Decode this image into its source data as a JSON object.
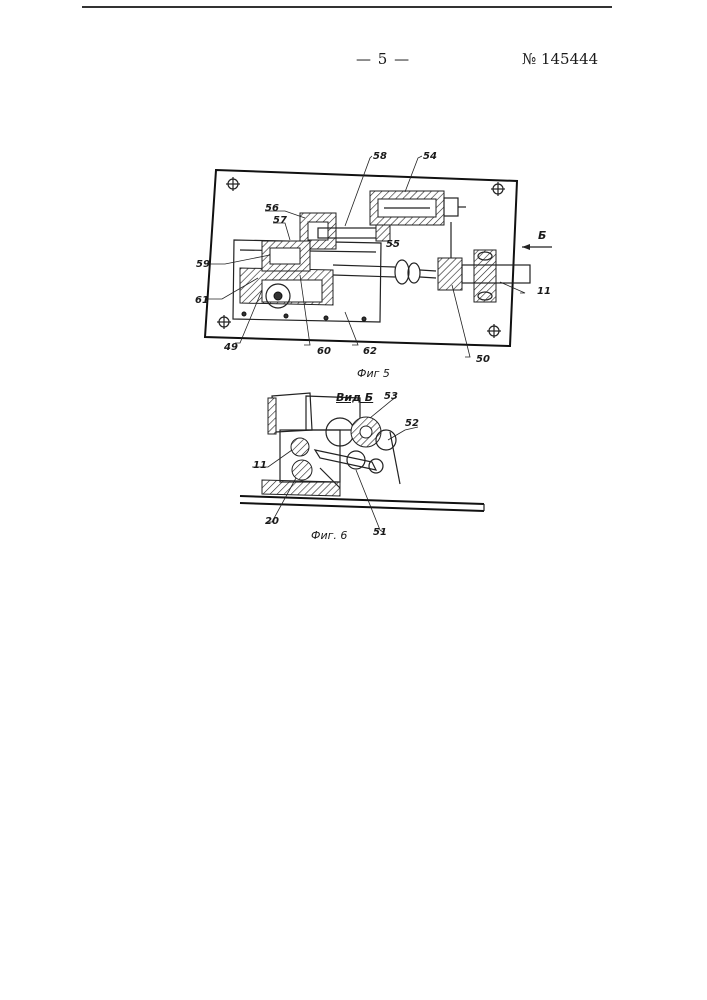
{
  "header": {
    "page_number": "— 5 —",
    "patent_number": "№ 145444"
  },
  "figure5": {
    "caption": "Фиг 5",
    "labels": {
      "l58": "58",
      "l54": "54",
      "l56": "56",
      "l57": "57",
      "l55": "55",
      "l59": "59",
      "l61": "61",
      "l49": "49",
      "l60": "60",
      "l62": "62",
      "l50": "50",
      "l11": "11",
      "lB": "Б"
    }
  },
  "figure6": {
    "caption": "Фиг. 6",
    "view_title": "Вид Б",
    "labels": {
      "l53": "53",
      "l52": "52",
      "l11": "11",
      "l20": "20",
      "l51": "51"
    }
  }
}
